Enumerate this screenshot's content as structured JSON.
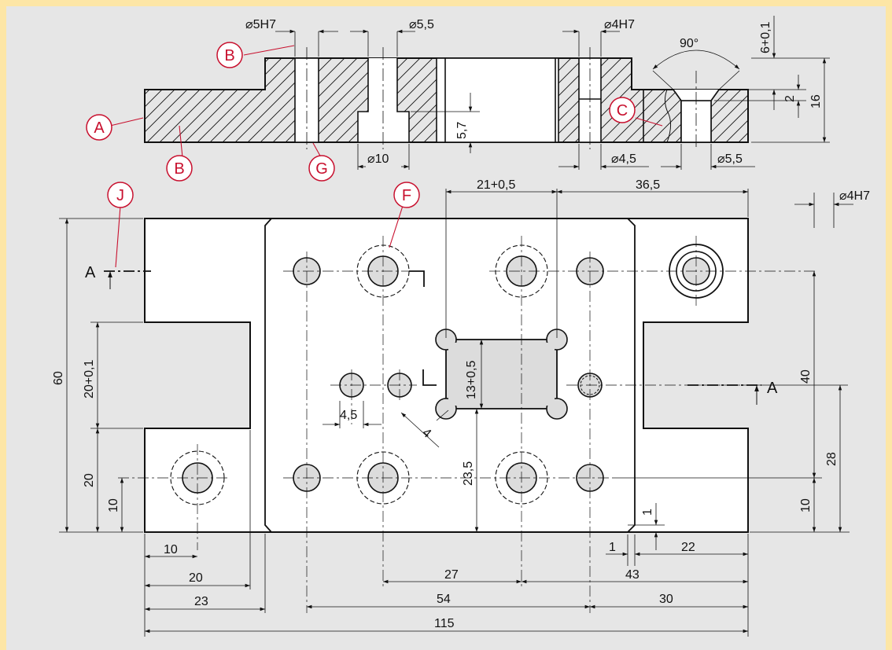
{
  "colors": {
    "frame": "#fde6a6",
    "sheet": "#e6e6e6",
    "part": "#ffffff",
    "line": "#111111",
    "hole_fill": "#dcdcdc",
    "callout": "#c8102e"
  },
  "callouts": [
    "A",
    "B",
    "B",
    "C",
    "F",
    "G",
    "J"
  ],
  "section": {
    "marks": [
      "A",
      "A"
    ],
    "dims": {
      "d5h7": "⌀5H7",
      "d5_5_top": "⌀5,5",
      "d4h7_top": "⌀4H7",
      "angle": "90°",
      "tol6": "6+0,1",
      "two": "2",
      "sixteen": "16",
      "five7": "5,7",
      "d10": "⌀10",
      "d4_5": "⌀4,5",
      "d5_5_bottom": "⌀5,5"
    }
  },
  "plan": {
    "dims": {
      "d4h7": "⌀4H7",
      "d21": "21+0,5",
      "d36": "36,5",
      "d60": "60",
      "d20tol": "20+0,1",
      "d20v": "20",
      "d10v": "10",
      "d13": "13+0,5",
      "d4_5": "4,5",
      "d4": "4",
      "d23_5": "23,5",
      "d40": "40",
      "d28": "28",
      "d10r": "10",
      "d1v": "1",
      "d1h": "1",
      "d22": "22",
      "d43": "43",
      "d27": "27",
      "d10b": "10",
      "d20b": "20",
      "d23": "23",
      "d54": "54",
      "d30": "30",
      "d115": "115"
    }
  }
}
